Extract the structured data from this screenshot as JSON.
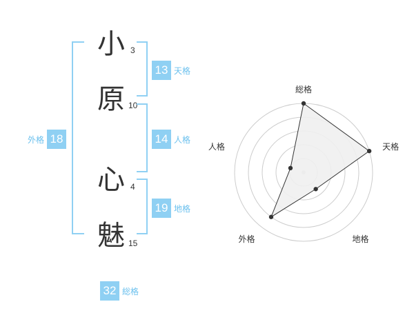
{
  "name": {
    "chars": [
      {
        "char": "小",
        "strokes": "3"
      },
      {
        "char": "原",
        "strokes": "10"
      },
      {
        "char": "心",
        "strokes": "4"
      },
      {
        "char": "魅",
        "strokes": "15"
      }
    ]
  },
  "fortunes": {
    "tenkaku": {
      "value": "13",
      "label": "天格"
    },
    "jinkaku": {
      "value": "14",
      "label": "人格"
    },
    "chikaku": {
      "value": "19",
      "label": "地格"
    },
    "gaikaku": {
      "value": "18",
      "label": "外格"
    },
    "soukaku": {
      "value": "32",
      "label": "総格"
    }
  },
  "chart_data": {
    "type": "radar",
    "axes": [
      "総格",
      "天格",
      "地格",
      "外格",
      "人格"
    ],
    "values": [
      5,
      5,
      1.5,
      4,
      1
    ],
    "max": 5,
    "rings": 5,
    "colors": {
      "fill": "#f0f0f0",
      "stroke": "#333333",
      "grid": "#cccccc"
    }
  }
}
